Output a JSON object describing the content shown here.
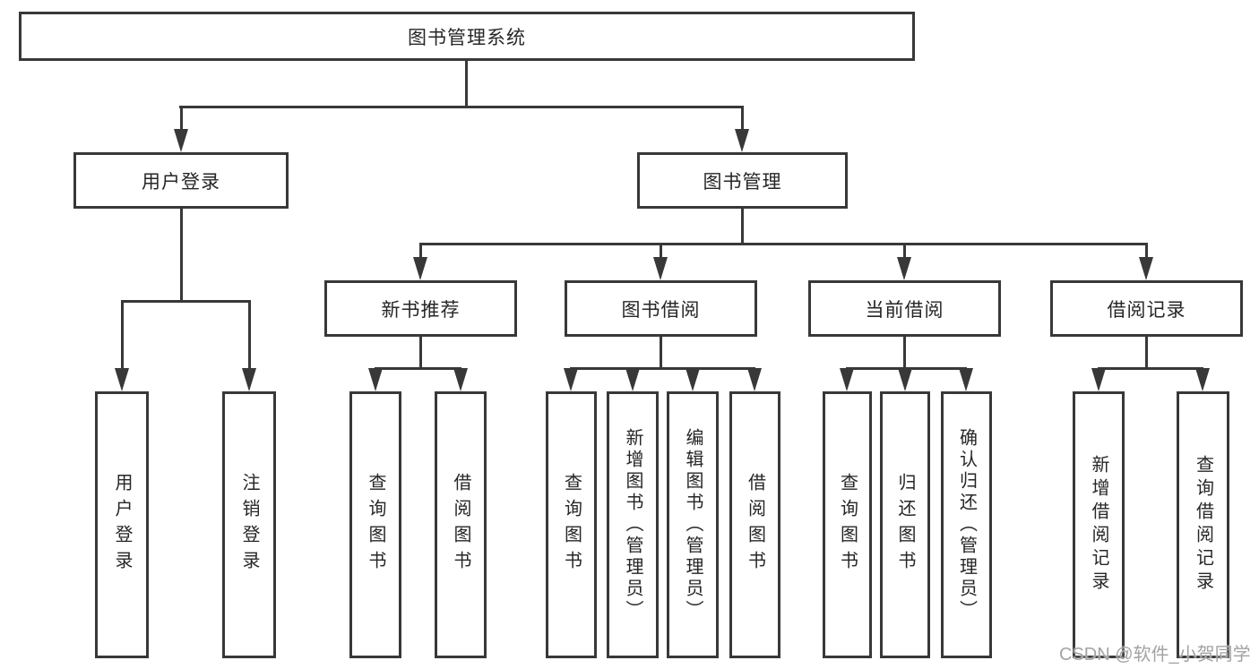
{
  "diagram": {
    "type": "hierarchy",
    "root": {
      "label": "图书管理系统",
      "children": [
        {
          "label": "用户登录",
          "children": [
            {
              "label": "用户登录"
            },
            {
              "label": "注销登录"
            }
          ]
        },
        {
          "label": "图书管理",
          "children": [
            {
              "label": "新书推荐",
              "children": [
                {
                  "label": "查询图书"
                },
                {
                  "label": "借阅图书"
                }
              ]
            },
            {
              "label": "图书借阅",
              "children": [
                {
                  "label": "查询图书"
                },
                {
                  "label": "新增图书（管理员）"
                },
                {
                  "label": "编辑图书（管理员）"
                },
                {
                  "label": "借阅图书"
                }
              ]
            },
            {
              "label": "当前借阅",
              "children": [
                {
                  "label": "查询图书"
                },
                {
                  "label": "归还图书"
                },
                {
                  "label": "确认归还（管理员）"
                }
              ]
            },
            {
              "label": "借阅记录",
              "children": [
                {
                  "label": "新增借阅记录"
                },
                {
                  "label": "查询借阅记录"
                }
              ]
            }
          ]
        }
      ]
    },
    "colors": {
      "line": "#383838",
      "box_border": "#383838",
      "text": "#262626",
      "background": "#ffffff",
      "watermark": "#a3a3a3"
    }
  },
  "watermark": {
    "text": "CSDN @软件_小贺同学"
  }
}
